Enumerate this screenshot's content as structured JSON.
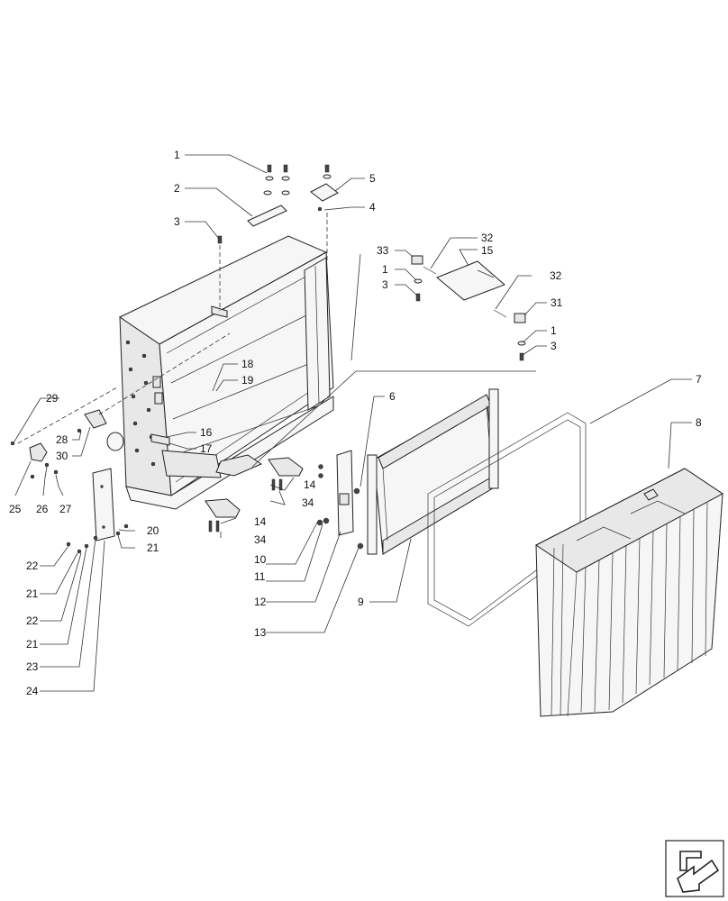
{
  "callouts": [
    {
      "id": "c1a",
      "text": "1"
    },
    {
      "id": "c2",
      "text": "2"
    },
    {
      "id": "c3a",
      "text": "3"
    },
    {
      "id": "c5",
      "text": "5"
    },
    {
      "id": "c4",
      "text": "4"
    },
    {
      "id": "c32a",
      "text": "32"
    },
    {
      "id": "c15",
      "text": "15"
    },
    {
      "id": "c33",
      "text": "33"
    },
    {
      "id": "c1b",
      "text": "1"
    },
    {
      "id": "c3b",
      "text": "3"
    },
    {
      "id": "c32b",
      "text": "32"
    },
    {
      "id": "c31",
      "text": "31"
    },
    {
      "id": "c1c",
      "text": "1"
    },
    {
      "id": "c3c",
      "text": "3"
    },
    {
      "id": "c18",
      "text": "18"
    },
    {
      "id": "c19",
      "text": "19"
    },
    {
      "id": "c7",
      "text": "7"
    },
    {
      "id": "c29",
      "text": "29"
    },
    {
      "id": "c6",
      "text": "6"
    },
    {
      "id": "c8",
      "text": "8"
    },
    {
      "id": "c16",
      "text": "16"
    },
    {
      "id": "c28",
      "text": "28"
    },
    {
      "id": "c17",
      "text": "17"
    },
    {
      "id": "c30",
      "text": "30"
    },
    {
      "id": "c14a",
      "text": "14"
    },
    {
      "id": "c34a",
      "text": "34"
    },
    {
      "id": "c25",
      "text": "25"
    },
    {
      "id": "c26",
      "text": "26"
    },
    {
      "id": "c27",
      "text": "27"
    },
    {
      "id": "c14b",
      "text": "14"
    },
    {
      "id": "c20",
      "text": "20"
    },
    {
      "id": "c34b",
      "text": "34"
    },
    {
      "id": "c21a",
      "text": "21"
    },
    {
      "id": "c10",
      "text": "10"
    },
    {
      "id": "c22a",
      "text": "22"
    },
    {
      "id": "c11",
      "text": "11"
    },
    {
      "id": "c21b",
      "text": "21"
    },
    {
      "id": "c9",
      "text": "9"
    },
    {
      "id": "c12",
      "text": "12"
    },
    {
      "id": "c22b",
      "text": "22"
    },
    {
      "id": "c13",
      "text": "13"
    },
    {
      "id": "c21c",
      "text": "21"
    },
    {
      "id": "c23",
      "text": "23"
    },
    {
      "id": "c24",
      "text": "24"
    }
  ],
  "icons": {
    "navigation": "next-page-arrow-icon"
  }
}
